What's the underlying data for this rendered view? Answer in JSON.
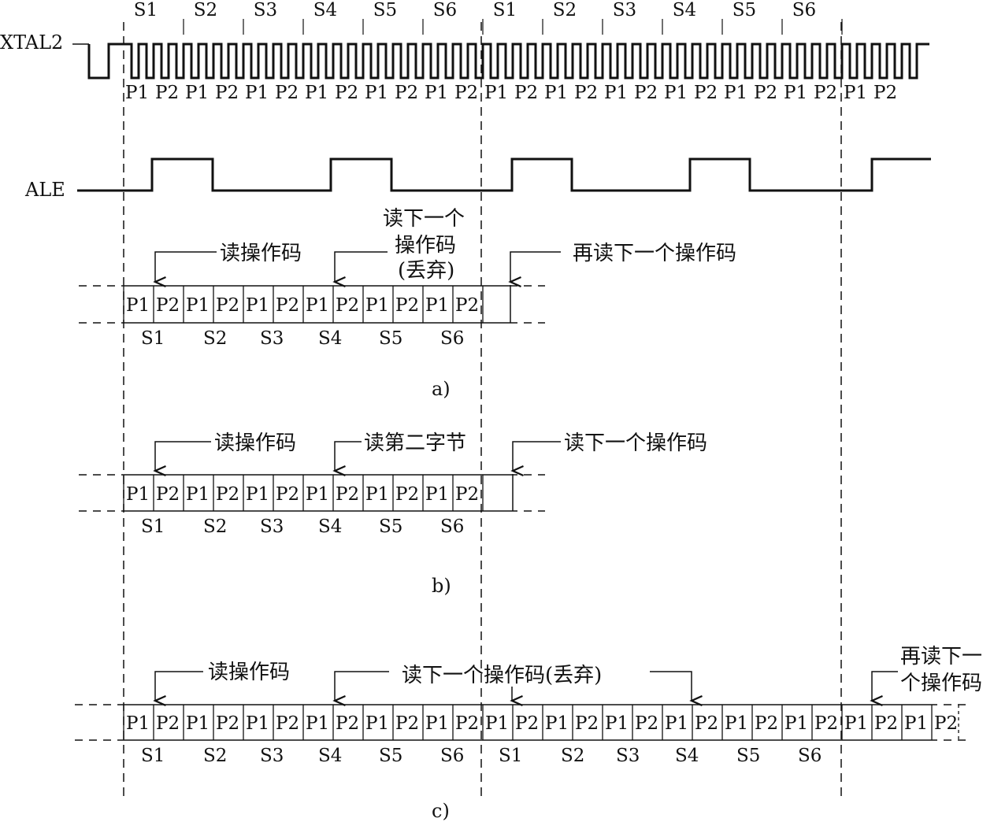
{
  "signals": {
    "xtal": "XTAL2",
    "ale": "ALE"
  },
  "states": [
    "S1",
    "S2",
    "S3",
    "S4",
    "S5",
    "S6"
  ],
  "phases": [
    "P1",
    "P2"
  ],
  "panel_a": {
    "caption": "a)",
    "read_opcode": "读操作码",
    "read_next_l1": "读下一个",
    "read_next_l2": "操作码",
    "read_next_l3": "(丢弃)",
    "read_again": "再读下一个操作码"
  },
  "panel_b": {
    "caption": "b)",
    "read_opcode": "读操作码",
    "read_second": "读第二字节",
    "read_next": "读下一个操作码"
  },
  "panel_c": {
    "caption": "c)",
    "read_opcode": "读操作码",
    "read_next_discard": "读下一个操作码(丢弃)",
    "read_again_l1": "再读下一",
    "read_again_l2": "个操作码"
  },
  "colors": {
    "line": "#111111",
    "background": "#ffffff"
  }
}
